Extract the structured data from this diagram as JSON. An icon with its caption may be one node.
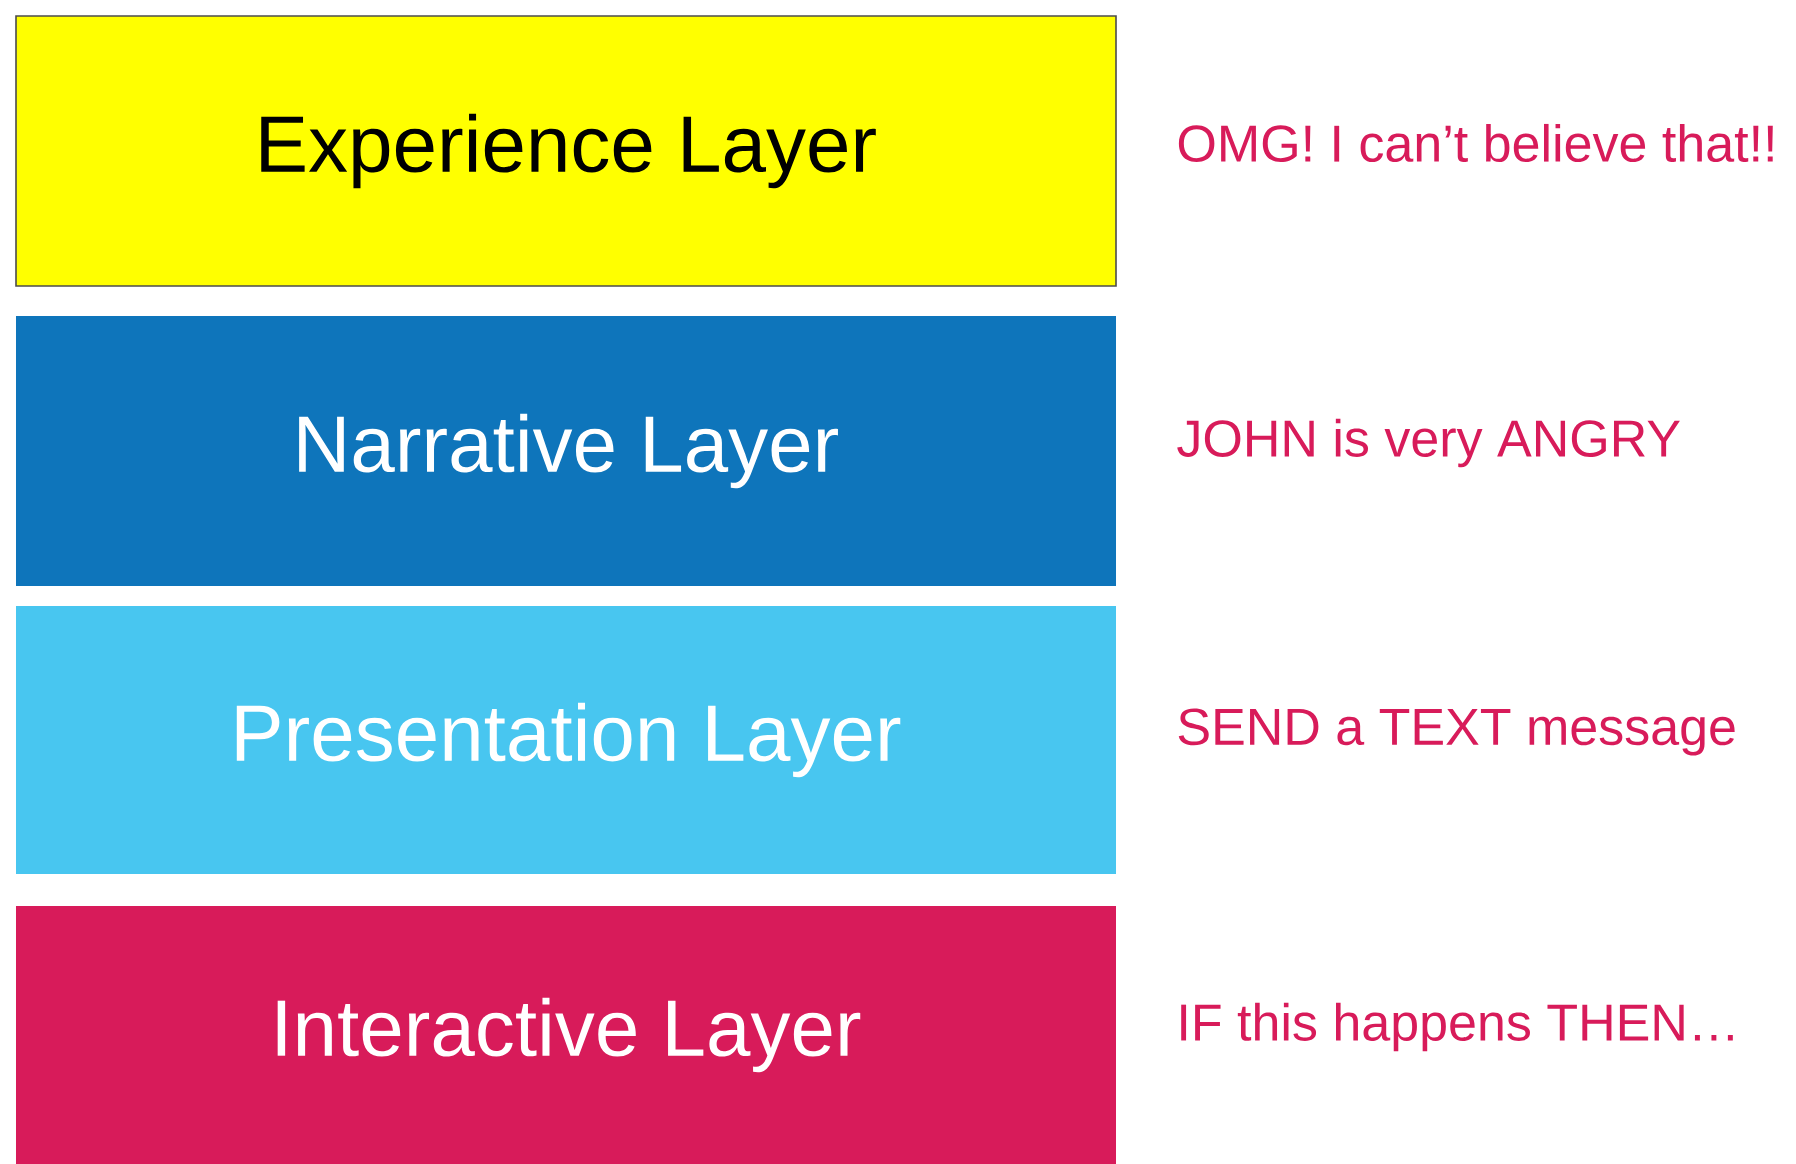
{
  "diagram": {
    "nodes": [
      {
        "text": [
          "Experience Layer"
        ],
        "beside": [
          "OMG! I can’t believe that!!"
        ]
      },
      {
        "text": [
          "Narrative Layer"
        ],
        "beside": [
          "JOHN is very ANGRY"
        ]
      },
      {
        "text": [
          "Presentation Layer"
        ],
        "beside": [
          "SEND a TEXT message"
        ]
      },
      {
        "text": [
          "Interactive Layer"
        ],
        "beside": [
          "IF this happens THEN…"
        ]
      }
    ]
  }
}
